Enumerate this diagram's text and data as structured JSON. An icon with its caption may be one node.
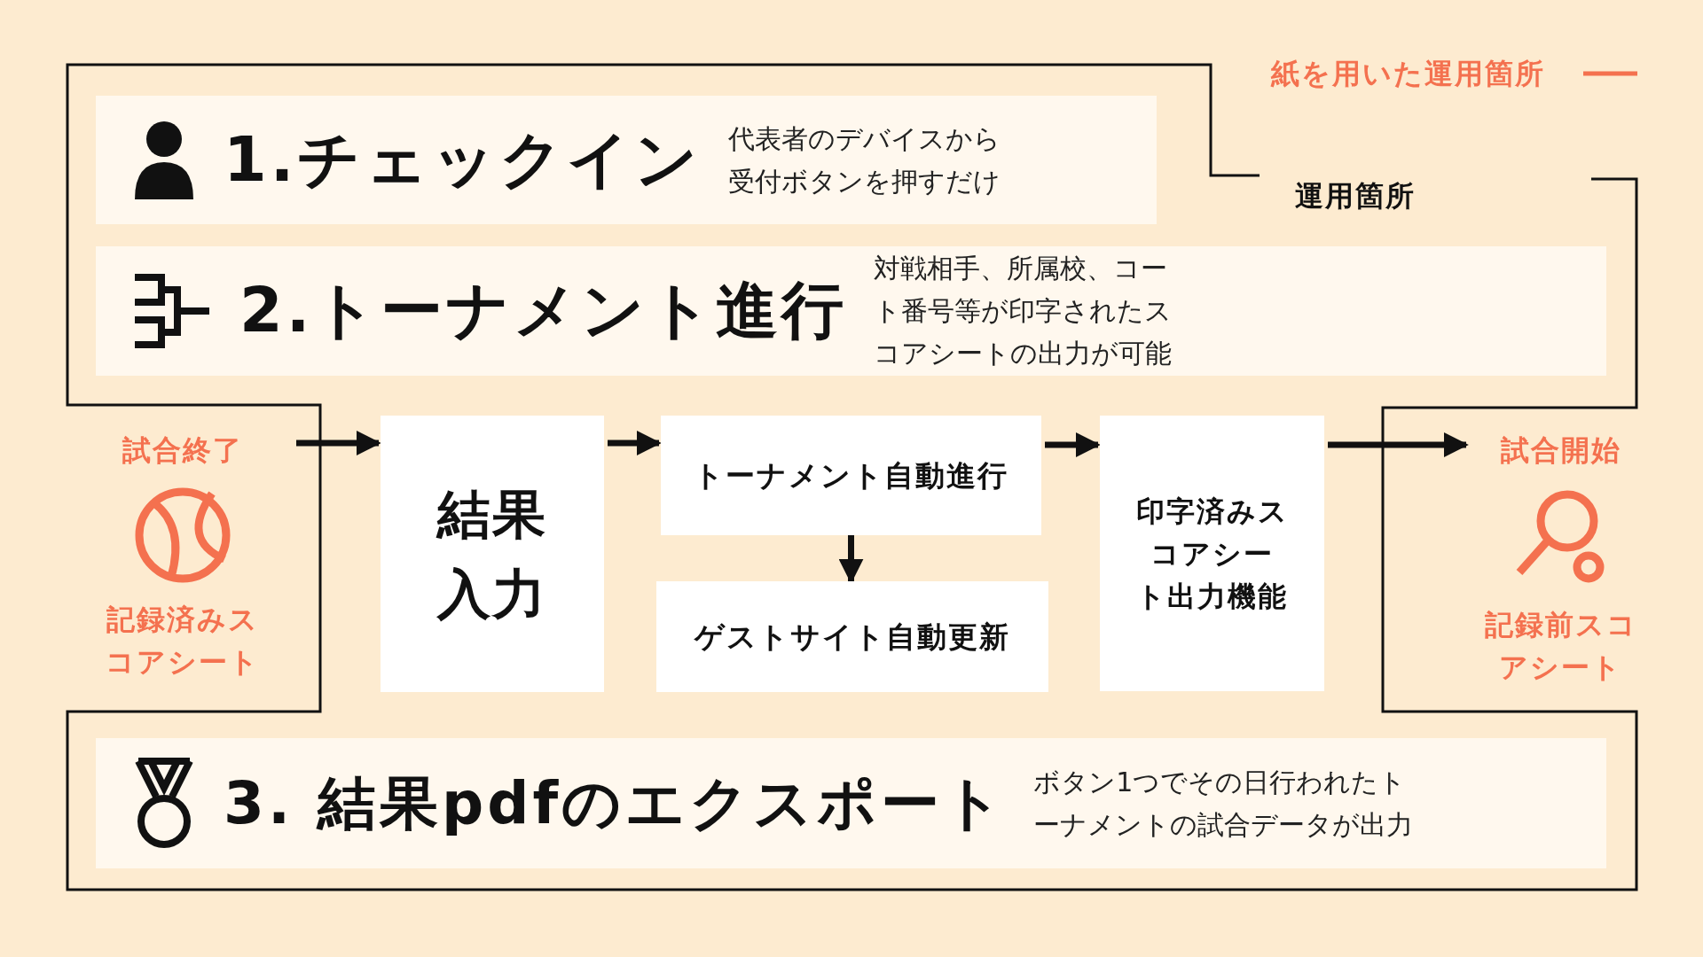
{
  "diagram": {
    "nodes": [
      {
        "text": [
          "1.チェックイン",
          "代表者のデバイスから受付ボタンを押すだけ"
        ]
      },
      {
        "text": [
          "2.トーナメント進行",
          "対戦相手、所属校、コート番号等が印字されたスコアシートの出力が可能"
        ]
      },
      {
        "text": [
          "試合終了",
          "記録済みスコアシート"
        ]
      },
      {
        "text": [
          "結果入力"
        ]
      },
      {
        "text": [
          "トーナメント自動進行"
        ]
      },
      {
        "text": [
          "ゲストサイト自動更新"
        ]
      },
      {
        "text": [
          "印字済みスコアシート出力機能"
        ]
      },
      {
        "text": [
          "試合開始",
          "記録前スコアシート"
        ]
      },
      {
        "text": [
          "3. 結果pdfのエクスポート",
          "ボタン1つでその日行われたトーナメントの試合データが出力"
        ]
      }
    ],
    "edges": [
      {
        "from": 2,
        "to": 3,
        "arrow": "to"
      },
      {
        "from": 3,
        "to": 4,
        "arrow": "to"
      },
      {
        "from": 4,
        "to": 5,
        "arrow": "to"
      },
      {
        "from": 4,
        "to": 6,
        "arrow": "to"
      },
      {
        "from": 6,
        "to": 7,
        "arrow": "to"
      }
    ],
    "labels": [
      "運用箇所"
    ],
    "legend": [
      {
        "text": "紙を用いた運用箇所"
      }
    ]
  }
}
